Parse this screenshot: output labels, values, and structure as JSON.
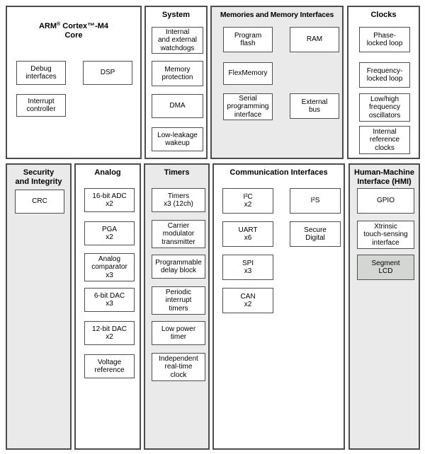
{
  "diagram": {
    "top_row": {
      "arm_core": {
        "title_prefix": "ARM",
        "title_reg": "®",
        "title_rest": " Cortex™-M4",
        "title_line2": "Core",
        "boxes": {
          "debug": "Debug\ninterfaces",
          "dsp": "DSP",
          "interrupt": "Interrupt\ncontroller"
        }
      },
      "system": {
        "title": "System",
        "boxes": {
          "watchdogs": "Internal\nand external\nwatchdogs",
          "memory_protection": "Memory\nprotection",
          "dma": "DMA",
          "low_leakage_wakeup": "Low-leakage\nwakeup"
        }
      },
      "memories": {
        "title": "Memories and Memory Interfaces",
        "boxes": {
          "program_flash": "Program\nflash",
          "ram": "RAM",
          "flexmemory": "FlexMemory",
          "serial_programming": "Serial\nprogramming\ninterface",
          "external_bus": "External\nbus"
        }
      },
      "clocks": {
        "title": "Clocks",
        "boxes": {
          "pll": "Phase-\nlocked loop",
          "fll": "Frequency-\nlocked loop",
          "oscillators": "Low/high\nfrequency\noscillators",
          "internal_reference": "Internal\nreference\nclocks"
        }
      }
    },
    "bottom_row": {
      "security": {
        "title": "Security\nand Integrity",
        "boxes": {
          "crc": "CRC"
        }
      },
      "analog": {
        "title": "Analog",
        "boxes": {
          "adc": "16-bit ADC\nx2",
          "pga": "PGA\nx2",
          "comparator": "Analog\ncomparator\nx3",
          "dac6": "6-bit DAC\nx3",
          "dac12": "12-bit DAC\nx2",
          "vref": "Voltage\nreference"
        }
      },
      "timers": {
        "title": "Timers",
        "boxes": {
          "timers": "Timers\nx3 (12ch)",
          "carrier_modulator": "Carrier\nmodulator\ntransmitter",
          "delay_block": "Programmable\ndelay block",
          "periodic_interrupt": "Periodic\ninterrupt\ntimers",
          "low_power_timer": "Low power\ntimer",
          "rtc": "Independent\nreal-time\nclock"
        }
      },
      "communication": {
        "title": "Communication Interfaces",
        "boxes": {
          "i2c": "I²C\nx2",
          "i2s": "I²S",
          "uart": "UART\nx6",
          "secure_digital": "Secure\nDigital",
          "spi": "SPI\nx3",
          "can": "CAN\nx2"
        }
      },
      "hmi": {
        "title": "Human-Machine\nInterface (HMI)",
        "boxes": {
          "gpio": "GPIO",
          "touch_sensing": "Xtrinsic\ntouch-sensing\ninterface",
          "segment_lcd": "Segment\nLCD"
        }
      }
    },
    "colors": {
      "section_bg_gray": "#e9eae9",
      "section_bg_white": "#ffffff",
      "box_bg": "#ffffff",
      "box_bg_shaded": "#d4d6d4",
      "border": "#4d4d4d"
    }
  }
}
